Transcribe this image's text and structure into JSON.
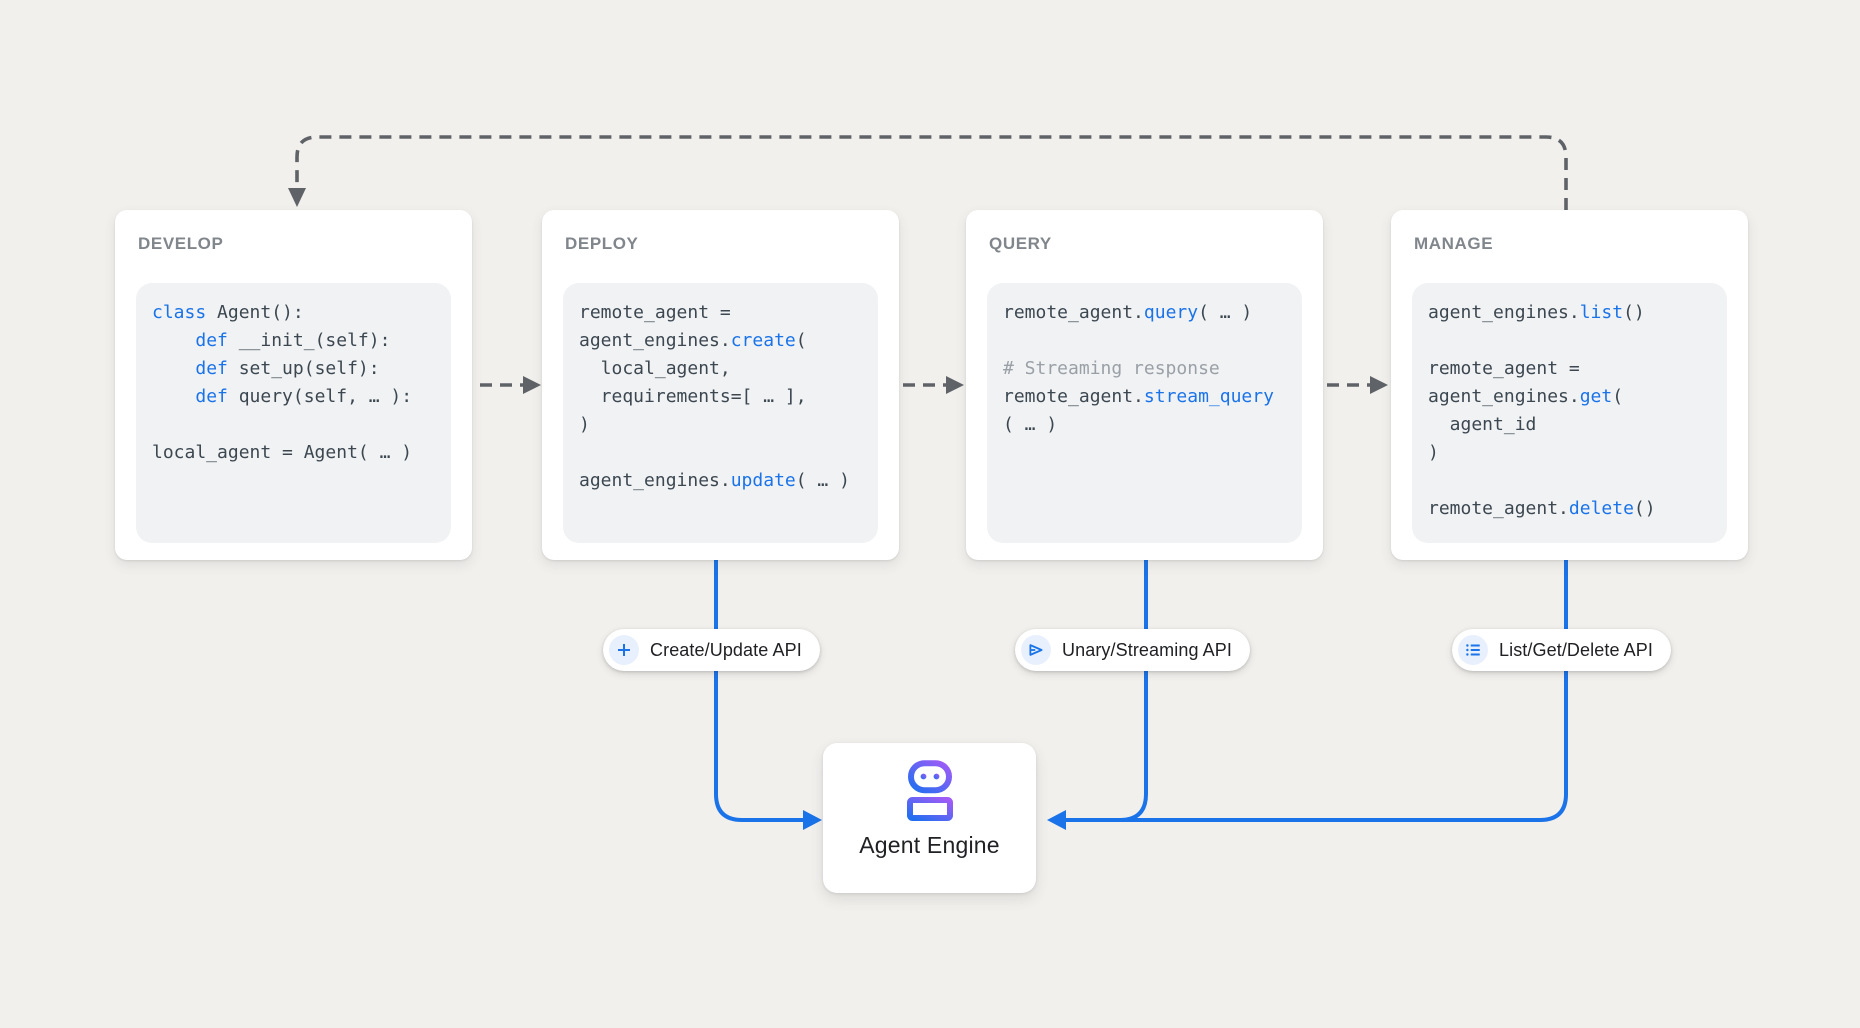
{
  "diagram_title": "Agent Engine develop-deploy-query-manage workflow",
  "colors": {
    "background": "#f2f0ed",
    "card": "#ffffff",
    "code_bg": "#f0f2f4",
    "title": "#80868b",
    "code_text": "#3c4750",
    "keyword": "#1a73e8",
    "comment": "#9aa0a6",
    "accent_blue": "#1a73e8",
    "connector_gray": "#5f6368",
    "pill_icon_bg": "#e8f0fe",
    "robot_purple": "#a35bf7",
    "robot_blue": "#1f6ff0",
    "label_dark": "#202124"
  },
  "cards": [
    {
      "id": "develop",
      "title": "DEVELOP",
      "code": [
        [
          {
            "text": "class",
            "style": "keyword"
          },
          {
            "text": " Agent():",
            "style": "plain"
          }
        ],
        [
          {
            "text": "    ",
            "style": "plain"
          },
          {
            "text": "def",
            "style": "keyword"
          },
          {
            "text": " __init_(self):",
            "style": "plain"
          }
        ],
        [
          {
            "text": "    ",
            "style": "plain"
          },
          {
            "text": "def",
            "style": "keyword"
          },
          {
            "text": " set_up(self):",
            "style": "plain"
          }
        ],
        [
          {
            "text": "    ",
            "style": "plain"
          },
          {
            "text": "def",
            "style": "keyword"
          },
          {
            "text": " query(self, … ):",
            "style": "plain"
          }
        ],
        [],
        [
          {
            "text": "local_agent = Agent( … )",
            "style": "plain"
          }
        ]
      ]
    },
    {
      "id": "deploy",
      "title": "DEPLOY",
      "code": [
        [
          {
            "text": "remote_agent =",
            "style": "plain"
          }
        ],
        [
          {
            "text": "agent_engines.",
            "style": "plain"
          },
          {
            "text": "create",
            "style": "keyword"
          },
          {
            "text": "(",
            "style": "plain"
          }
        ],
        [
          {
            "text": "  local_agent,",
            "style": "plain"
          }
        ],
        [
          {
            "text": "  requirements=[ … ],",
            "style": "plain"
          }
        ],
        [
          {
            "text": ")",
            "style": "plain"
          }
        ],
        [],
        [
          {
            "text": "agent_engines.",
            "style": "plain"
          },
          {
            "text": "update",
            "style": "keyword"
          },
          {
            "text": "( … )",
            "style": "plain"
          }
        ]
      ]
    },
    {
      "id": "query",
      "title": "QUERY",
      "code": [
        [
          {
            "text": "remote_agent.",
            "style": "plain"
          },
          {
            "text": "query",
            "style": "keyword"
          },
          {
            "text": "( … )",
            "style": "plain"
          }
        ],
        [],
        [
          {
            "text": "# Streaming response",
            "style": "comment"
          }
        ],
        [
          {
            "text": "remote_agent.",
            "style": "plain"
          },
          {
            "text": "stream_query",
            "style": "keyword"
          }
        ],
        [
          {
            "text": "( … )",
            "style": "plain"
          }
        ]
      ]
    },
    {
      "id": "manage",
      "title": "MANAGE",
      "code": [
        [
          {
            "text": "agent_engines.",
            "style": "plain"
          },
          {
            "text": "list",
            "style": "keyword"
          },
          {
            "text": "()",
            "style": "plain"
          }
        ],
        [],
        [
          {
            "text": "remote_agent =",
            "style": "plain"
          }
        ],
        [
          {
            "text": "agent_engines.",
            "style": "plain"
          },
          {
            "text": "get",
            "style": "keyword"
          },
          {
            "text": "(",
            "style": "plain"
          }
        ],
        [
          {
            "text": "  agent_id",
            "style": "plain"
          }
        ],
        [
          {
            "text": ")",
            "style": "plain"
          }
        ],
        [],
        [
          {
            "text": "remote_agent.",
            "style": "plain"
          },
          {
            "text": "delete",
            "style": "keyword"
          },
          {
            "text": "()",
            "style": "plain"
          }
        ]
      ]
    }
  ],
  "pills": [
    {
      "label": "Create/Update API",
      "icon": "add-icon"
    },
    {
      "label": "Unary/Streaming API",
      "icon": "send-icon"
    },
    {
      "label": "List/Get/Delete API",
      "icon": "list-icon"
    }
  ],
  "engine": {
    "label": "Agent Engine",
    "icon": "robot-icon"
  }
}
